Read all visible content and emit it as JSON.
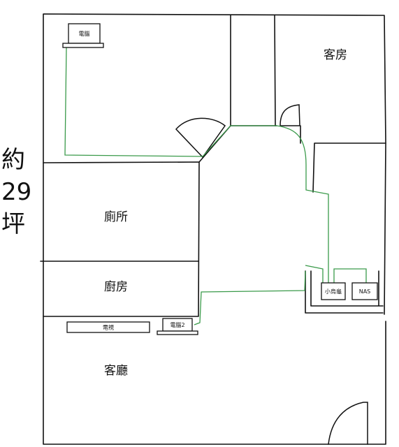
{
  "side_note": {
    "line1": "約",
    "line2": "29",
    "line3": "坪"
  },
  "rooms": {
    "guest_room": "客房",
    "toilet": "廁所",
    "kitchen": "廚房",
    "living_room": "客廳"
  },
  "devices": {
    "computer_1": "電腦",
    "computer_2": "電腦2",
    "tv": "電視",
    "router": "小烏龜",
    "nas": "NAS"
  },
  "colors": {
    "wall": "#111111",
    "cable": "#3a9a4a",
    "background": "#ffffff"
  }
}
